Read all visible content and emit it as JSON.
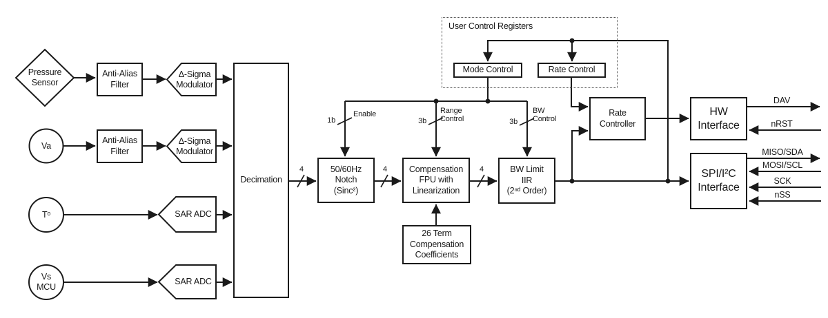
{
  "colors": {
    "line": "#1a1a1a",
    "background": "#ffffff"
  },
  "nodes": {
    "pressure_sensor": "Pressure\nSensor",
    "va": "Va",
    "temperature": "Tᵒ",
    "vs_mcu": "Vs\nMCU",
    "anti_alias_filter_1": "Anti-Alias\nFilter",
    "anti_alias_filter_2": "Anti-Alias\nFilter",
    "delta_sigma_modulator_1": "Δ-Sigma\nModulator",
    "delta_sigma_modulator_2": "Δ-Sigma\nModulator",
    "sar_adc_1": "SAR ADC",
    "sar_adc_2": "SAR ADC",
    "decimation": "Decimation",
    "notch_filter": "50/60Hz\nNotch\n(Sinc²)",
    "compensation_fpu": "Compensation\nFPU with\nLinearization",
    "bw_limit_iir": "BW Limit\nIIR\n(2ⁿᵈ Order)",
    "compensation_coefficients": "26 Term\nCompensation\nCoefficients",
    "user_control_registers": "User Control Registers",
    "mode_control": "Mode Control",
    "rate_control": "Rate Control",
    "rate_controller": "Rate\nController",
    "hw_interface": "HW\nInterface",
    "spi_i2c_interface": "SPI/I²C\nInterface"
  },
  "bus_annotations": {
    "decimation_out_width": "4",
    "notch_out_width": "4",
    "fpu_out_width": "4",
    "enable_width": "1b",
    "enable_label": "Enable",
    "range_width": "3b",
    "range_label": "Range\nControl",
    "bw_width": "3b",
    "bw_label": "BW\nControl"
  },
  "pins": {
    "dav": "DAV",
    "nrst": "nRST",
    "miso_sda": "MISO/SDA",
    "mosi_scl": "MOSI/SCL",
    "sck": "SCK",
    "nss": "nSS"
  }
}
